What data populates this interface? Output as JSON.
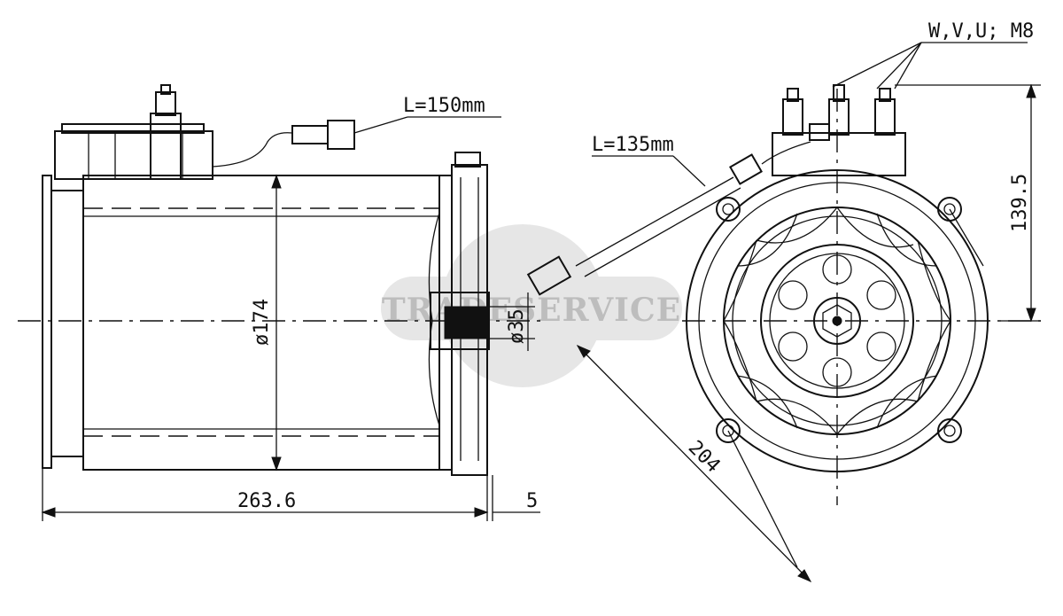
{
  "annotations": {
    "cable_left": "L=150mm",
    "cable_right": "L=135mm",
    "terminals": "W,V,U; M8",
    "diameter_body": "ø174",
    "diameter_shaft": "ø35",
    "length_total": "263.6",
    "length_step": "5",
    "height_terminal": "139.5",
    "diagonal": "204"
  },
  "watermark": "TRADESERVICE"
}
